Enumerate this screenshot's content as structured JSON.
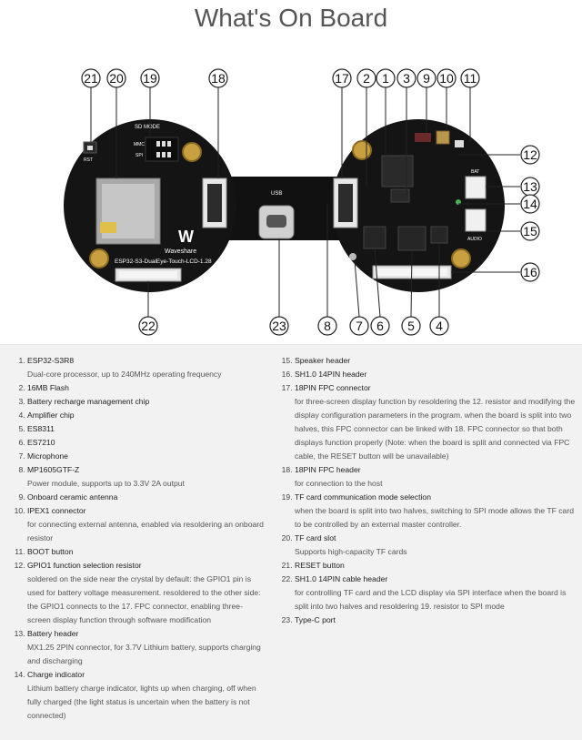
{
  "title": "What's On Board",
  "board": {
    "silk_brand": "Waveshare",
    "silk_model": "ESP32-S3-DualEye-Touch-LCD-1.28",
    "silk_sd_mode": "SD MODE",
    "silk_mmc": "MMC",
    "silk_spi": "SPI",
    "silk_usb": "USB",
    "silk_bat": "BAT",
    "silk_audio": "AUDIO",
    "silk_rst": "RST"
  },
  "callouts": [
    "21",
    "20",
    "19",
    "18",
    "17",
    "2",
    "1",
    "3",
    "9",
    "10",
    "11",
    "12",
    "13",
    "14",
    "15",
    "16",
    "22",
    "23",
    "8",
    "7",
    "6",
    "5",
    "4"
  ],
  "items_left": [
    {
      "name": "ESP32-S3R8",
      "desc": "Dual-core processor, up to 240MHz operating frequency"
    },
    {
      "name": "16MB Flash",
      "desc": ""
    },
    {
      "name": "Battery recharge management chip",
      "desc": ""
    },
    {
      "name": "Amplifier chip",
      "desc": ""
    },
    {
      "name": "ES8311",
      "desc": ""
    },
    {
      "name": "ES7210",
      "desc": ""
    },
    {
      "name": "Microphone",
      "desc": ""
    },
    {
      "name": "MP1605GTF-Z",
      "desc": "Power module, supports up to 3.3V 2A output"
    },
    {
      "name": "Onboard ceramic antenna",
      "desc": ""
    },
    {
      "name": "IPEX1 connector",
      "desc": "for connecting external antenna, enabled via resoldering an onboard resistor"
    },
    {
      "name": "BOOT button",
      "desc": ""
    },
    {
      "name": "GPIO1 function selection resistor",
      "desc": "soldered on the side near the crystal by default: the GPIO1 pin is used for battery voltage measurement. resoldered to the other side: the GPIO1 connects to the 17. FPC connector, enabling three-screen display function through software modification"
    },
    {
      "name": "Battery header",
      "desc": "MX1.25 2PIN connector, for 3.7V Lithium battery, supports charging and discharging"
    },
    {
      "name": "Charge indicator",
      "desc": "Lithium battery charge indicator, lights up when charging, off when fully charged (the light status is uncertain when the battery is not connected)"
    }
  ],
  "items_right": [
    {
      "name": "Speaker header",
      "desc": ""
    },
    {
      "name": "SH1.0 14PIN header",
      "desc": ""
    },
    {
      "name": "18PIN FPC connector",
      "desc": "for three-screen display function by resoldering the 12. resistor and modifying the display configuration parameters in the program. when the board is split into two halves, this FPC connector can be linked with 18. FPC connector so that both displays function properly (Note: when the board is split and connected via FPC cable, the RESET button will be unavailable)"
    },
    {
      "name": "18PIN FPC header",
      "desc": "for connection to the host"
    },
    {
      "name": "TF card communication mode selection",
      "desc": "when the board is split into two halves, switching to SPI mode allows the TF card to be controlled by an external master controller."
    },
    {
      "name": "TF card slot",
      "desc": "Supports high-capacity TF cards"
    },
    {
      "name": "RESET button",
      "desc": ""
    },
    {
      "name": "SH1.0 14PIN cable header",
      "desc": "for controlling TF card and the LCD display via SPI interface when the board is split into two halves and resoldering 19. resistor to SPI mode"
    },
    {
      "name": "Type-C port",
      "desc": ""
    }
  ]
}
